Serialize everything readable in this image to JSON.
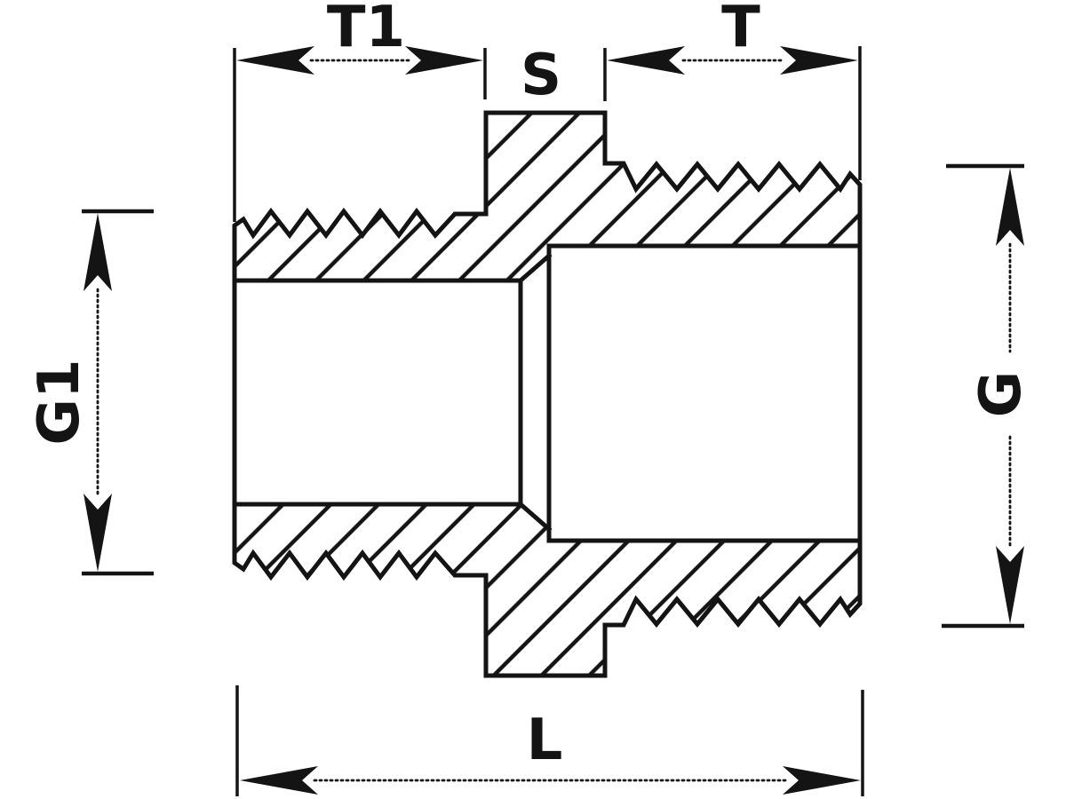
{
  "drawing": {
    "labels": {
      "t1": "T1",
      "t": "T",
      "s": "S",
      "g1": "G1",
      "g": "G",
      "l": "L"
    },
    "colors": {
      "ink": "#141414",
      "background": "#ffffff"
    }
  }
}
